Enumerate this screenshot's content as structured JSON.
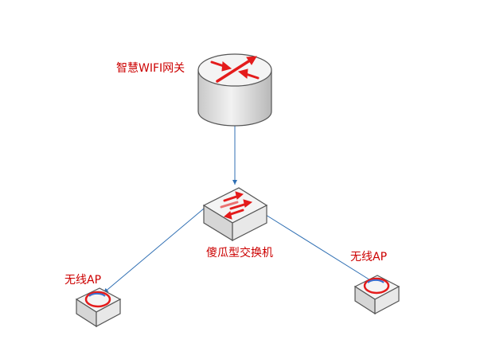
{
  "nodes": {
    "gateway": {
      "label": "智慧WIFI网关"
    },
    "switch": {
      "label": "傻瓜型交换机"
    },
    "ap_left": {
      "label": "无线AP"
    },
    "ap_right": {
      "label": "无线AP"
    }
  },
  "edges": [
    {
      "from": "gateway",
      "to": "switch",
      "directed": true
    },
    {
      "from": "switch",
      "to": "ap_left",
      "directed": true
    },
    {
      "from": "switch",
      "to": "ap_right",
      "directed": true
    }
  ],
  "colors": {
    "label": "#cc0000",
    "icon_red": "#e41b1b",
    "edge": "#2f6fb3",
    "device_body": "#e3e3e3",
    "device_top": "#f4f4f4",
    "device_outline": "#555555"
  }
}
